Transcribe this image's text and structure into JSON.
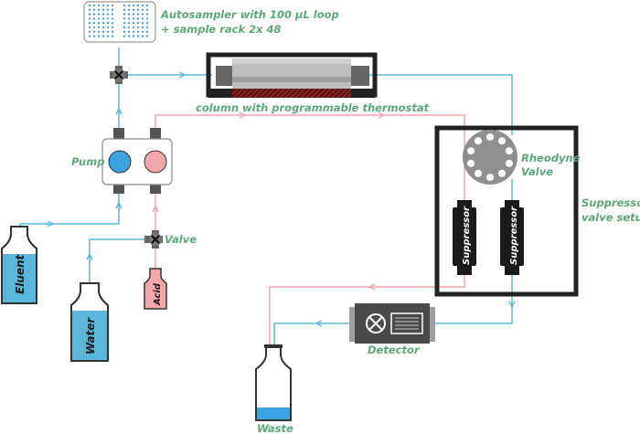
{
  "colors": {
    "blue_line": "#5bb6dc",
    "pink_line": "#f2a7ad",
    "label_green": "#5aa87a",
    "liquid_blue": "#5bb6dc",
    "acid_pink": "#f2a7ad",
    "dark": "#2a2a2a",
    "heater_red": "#8b1f1f"
  },
  "labels": {
    "autosampler_line1": "Autosampler with 100 µL loop",
    "autosampler_line2": "+ sample rack 2x 48",
    "column": "column with programmable thermostat",
    "pump": "Pump",
    "valve": "Valve",
    "rheodyne_line1": "Rheodyne",
    "rheodyne_line2": "Valve",
    "suppressor_setup_line1": "Suppressor",
    "suppressor_setup_line2": "valve setup",
    "detector": "Detector",
    "waste": "Waste"
  },
  "bottles": {
    "eluent": "Eluent",
    "water": "Water",
    "acid": "Acid"
  },
  "suppressors": [
    "Suppressor",
    "Suppressor"
  ],
  "icons": {
    "autosampler": "sample-rack-icon",
    "injection_valve": "valve-x-icon",
    "acid_valve": "valve-x-icon",
    "rheodyne": "rotary-valve-icon",
    "detector": "detector-lamp-icon"
  }
}
